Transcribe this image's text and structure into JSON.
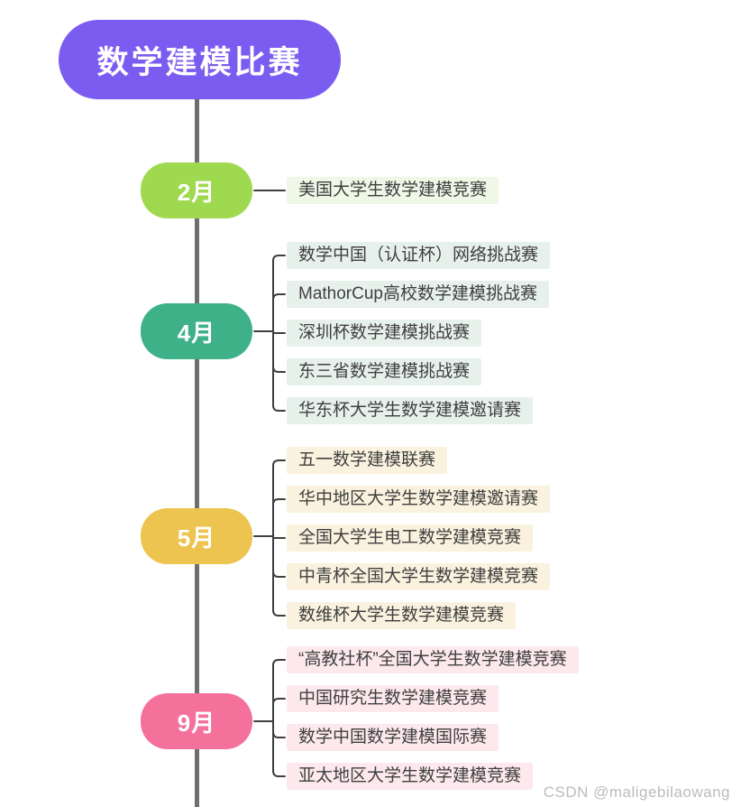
{
  "root": {
    "label": "数学建模比赛",
    "color": "#7b5cf0",
    "text_color": "#ffffff"
  },
  "months": [
    {
      "label": "2月",
      "color": "#9fd950",
      "item_bg": "#eff7e6",
      "items": [
        "美国大学生数学建模竞赛"
      ]
    },
    {
      "label": "4月",
      "color": "#3eb189",
      "item_bg": "#e7f1ec",
      "items": [
        "数学中国（认证杯）网络挑战赛",
        "MathorCup高校数学建模挑战赛",
        "深圳杯数学建模挑战赛",
        "东三省数学建模挑战赛",
        "华东杯大学生数学建模邀请赛"
      ]
    },
    {
      "label": "5月",
      "color": "#ecc44f",
      "item_bg": "#faf2df",
      "items": [
        "五一数学建模联赛",
        "华中地区大学生数学建模邀请赛",
        "全国大学生电工数学建模竞赛",
        "中青杯全国大学生数学建模竞赛",
        "数维杯大学生数学建模竞赛"
      ]
    },
    {
      "label": "9月",
      "color": "#f4719b",
      "item_bg": "#fde9ed",
      "items": [
        "“高教社杯”全国大学生数学建模竞赛",
        "中国研究生数学建模竞赛",
        "数学中国数学建模国际赛",
        "亚太地区大学生数学建模竞赛"
      ]
    }
  ],
  "watermark": "CSDN @maligebilaowang",
  "colors": {
    "trunk": "#6e6e6e",
    "connector": "#3f3f3f",
    "item_text": "#3f3f3f",
    "background": "#ffffff"
  }
}
